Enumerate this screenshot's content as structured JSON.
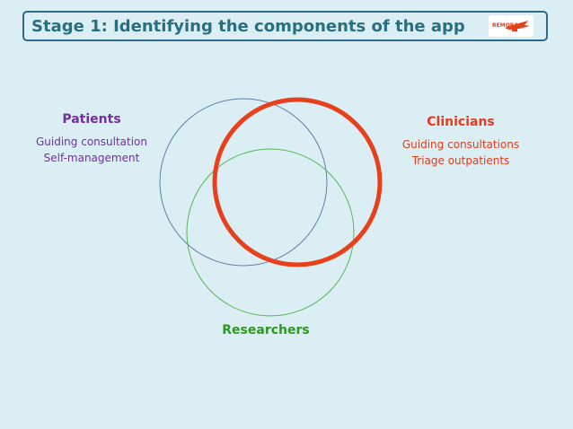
{
  "title": "Stage 1: Identifying the components of the app",
  "logo": {
    "text": "REMORA",
    "icon": "crocodile-logo-icon"
  },
  "groups": {
    "patients": {
      "title": "Patients",
      "lines": [
        "Guiding consultation",
        "Self-management"
      ],
      "color": "#7030a0"
    },
    "clinicians": {
      "title": "Clinicians",
      "lines": [
        "Guiding consultations",
        "Triage outpatients"
      ],
      "color": "#e33b1c"
    },
    "researchers": {
      "title": "Researchers",
      "color": "#2c9a1c"
    }
  },
  "colors": {
    "background": "#dbeef3",
    "patients_circle": "#5e7fa6",
    "researchers_circle": "#55b755",
    "clinicians_circle": "#e8401a"
  }
}
